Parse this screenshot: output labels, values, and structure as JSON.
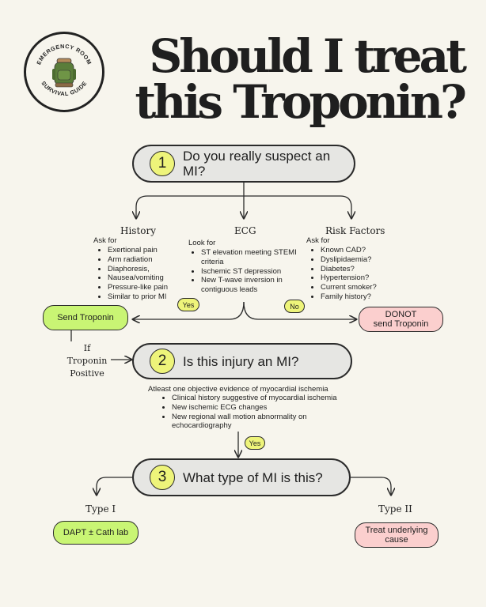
{
  "logo": {
    "top_text": "EMERGENCY ROOM",
    "bottom_text": "SURVIVAL GUIDE",
    "icon": "backpack-icon"
  },
  "title": {
    "line1": "Should I treat",
    "line2": "this Troponin?"
  },
  "step1": {
    "number": "1",
    "question": "Do you really suspect an MI?",
    "history": {
      "heading": "History",
      "intro": "Ask for",
      "items": [
        "Exertional pain",
        "Arm radiation",
        "Diaphoresis,",
        "Nausea/vomiting",
        "Pressure-like pain",
        "Similar to prior MI"
      ]
    },
    "ecg": {
      "heading": "ECG",
      "intro": "Look for",
      "items": [
        "ST elevation meeting STEMI criteria",
        "Ischemic ST depression",
        "New T-wave inversion in contiguous leads"
      ]
    },
    "risk": {
      "heading": "Risk Factors",
      "intro": "Ask for",
      "items": [
        "Known CAD?",
        "Dyslipidaemia?",
        "Diabetes?",
        "Hypertension?",
        "Current smoker?",
        "Family history?"
      ]
    },
    "yes_label": "Yes",
    "no_label": "No",
    "send_label": "Send Troponin",
    "donot_label_line1": "DONOT",
    "donot_label_line2": "send Troponin"
  },
  "side_note": {
    "line1": "If",
    "line2": "Troponin",
    "line3": "Positive"
  },
  "step2": {
    "number": "2",
    "question": "Is this injury an MI?",
    "intro": "Atleast one objective evidence of myocardial ischemia",
    "items": [
      "Clinical history suggestive of myocardial ischemia",
      "New ischemic ECG changes",
      "New regional wall motion abnormality on echocardiography"
    ],
    "yes_label": "Yes"
  },
  "step3": {
    "number": "3",
    "question": "What type of MI is this?",
    "type1_heading": "Type I",
    "type1_action": "DAPT ± Cath lab",
    "type2_heading": "Type II",
    "type2_action_line1": "Treat underlying",
    "type2_action_line2": "cause"
  },
  "colors": {
    "background": "#f7f5ed",
    "pill": "#e6e6e3",
    "number_badge": "#eef47a",
    "positive": "#c9f574",
    "negative": "#fbcfce"
  }
}
